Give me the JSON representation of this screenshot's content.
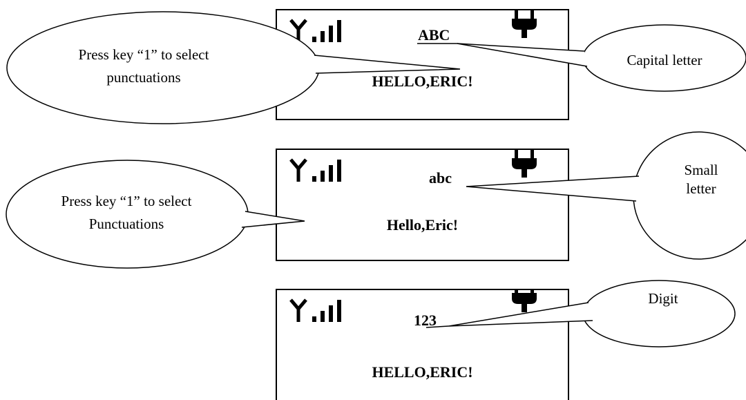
{
  "screens": [
    {
      "mode": "ABC",
      "message": "HELLO,ERIC!",
      "icons": [
        "signal-icon",
        "plug-icon"
      ]
    },
    {
      "mode": "abc",
      "message": "Hello,Eric!",
      "icons": [
        "signal-icon",
        "plug-icon"
      ]
    },
    {
      "mode": "123",
      "message": "HELLO,ERIC!",
      "icons": [
        "signal-icon",
        "plug-icon"
      ]
    }
  ],
  "callouts": {
    "punct_1": {
      "line1": "Press key “1” to select",
      "line2": "punctuations"
    },
    "capital": "Capital letter",
    "punct_2": {
      "line1": "Press key “1” to select",
      "line2": "Punctuations"
    },
    "small": {
      "line1": "Small",
      "line2": "letter"
    },
    "digit": "Digit"
  }
}
